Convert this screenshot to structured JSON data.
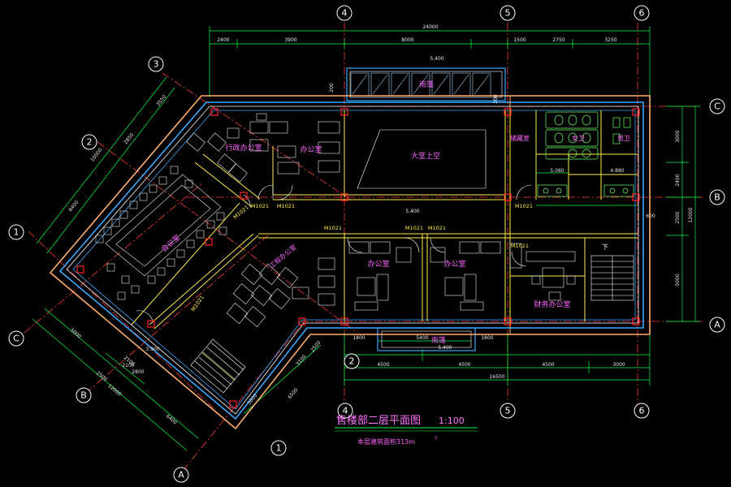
{
  "colors": {
    "background": "#000000",
    "grid_axis": "#ff3b3b",
    "axis_bubble": "#ffffff",
    "dimension": "#00ff44",
    "wall_outer": "#ffb070",
    "wall_inner": "#3aa8ff",
    "wall_core": "#ffffff",
    "partition": "#ffee44",
    "furniture": "#e8e8e8",
    "room_label": "#ff66ff",
    "door_label": "#ffee44",
    "column": "#ff2222",
    "title": "#ff77ff",
    "fixture": "#66ff66"
  },
  "axes": {
    "top": [
      "4",
      "5",
      "6"
    ],
    "bottom": [
      "2",
      "4",
      "5",
      "6"
    ],
    "right": [
      "C",
      "B",
      "A"
    ],
    "left_diag": [
      "3",
      "2",
      "1",
      "C",
      "B",
      "A",
      "1"
    ]
  },
  "dimensions": {
    "top_total": "24000",
    "top_segments": [
      "2400",
      "3900",
      "8000",
      "1500",
      "2750",
      "3250"
    ],
    "bottom_segments": [
      "1800",
      "5400",
      "1800"
    ],
    "bottom_main": [
      "4500",
      "4500",
      "4500",
      "3000"
    ],
    "bottom_total": "16500",
    "right_segments": [
      "3000",
      "2400",
      "2500",
      "5000"
    ],
    "right_total": "12000",
    "right_small": "600",
    "left_diag_upper": [
      "3550",
      "2850",
      "10000",
      "6400"
    ],
    "left_diag_lower": [
      "5000",
      "2100",
      "2500",
      "12000",
      "6400"
    ],
    "bottom_diag": [
      "5000",
      "6500",
      "3100",
      "2500"
    ],
    "small_notes": [
      "200",
      "200",
      "5.400",
      "5.400",
      "5.400",
      "5.060",
      "4.880",
      "3.900",
      "2100",
      "2800"
    ]
  },
  "rooms": {
    "admin_office": "行政办公室",
    "office_top": "办公室",
    "atrium": "大堂上空",
    "storage": "储藏室",
    "female_wc": "女卫",
    "male_wc": "男卫",
    "meeting": "会议室",
    "engineering": "工程办公室",
    "office_a": "办公室",
    "office_b": "办公室",
    "finance": "财务办公室",
    "canopy_top": "雨篷",
    "canopy_bottom": "雨篷",
    "stair_mark": "下"
  },
  "doors": [
    "M1021",
    "M1021",
    "M1021",
    "M1021",
    "M1021",
    "M1021",
    "M1021",
    "M1021",
    "M1021"
  ],
  "title": {
    "main": "售楼部二层平面图",
    "scale": "1:100",
    "area_note": "本层建筑面积313m",
    "area_sup": "2"
  }
}
